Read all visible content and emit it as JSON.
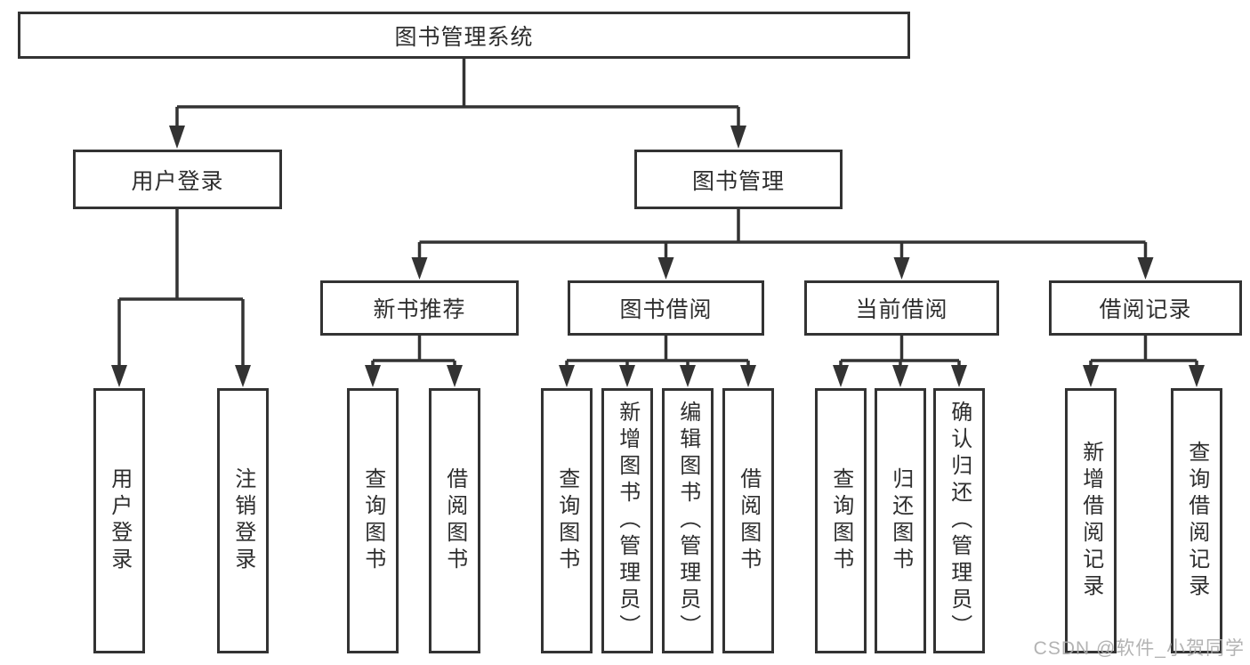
{
  "diagram": {
    "title_node": "图书管理系统",
    "nodes": {
      "root": {
        "label": "图书管理系统",
        "children": [
          "user_login",
          "book_mgmt"
        ]
      },
      "user_login": {
        "label": "用户登录",
        "children": [
          "login",
          "logout"
        ]
      },
      "book_mgmt": {
        "label": "图书管理",
        "children": [
          "new_book_rec",
          "book_borrow",
          "current_borrow",
          "borrow_records"
        ]
      },
      "new_book_rec": {
        "label": "新书推荐",
        "children": [
          "nbr_query",
          "nbr_borrow"
        ]
      },
      "book_borrow": {
        "label": "图书借阅",
        "children": [
          "bb_query",
          "bb_add",
          "bb_edit",
          "bb_borrow"
        ]
      },
      "current_borrow": {
        "label": "当前借阅",
        "children": [
          "cb_query",
          "cb_return",
          "cb_confirm"
        ]
      },
      "borrow_records": {
        "label": "借阅记录",
        "children": [
          "br_add",
          "br_query"
        ]
      },
      "login": {
        "label": "用户登录"
      },
      "logout": {
        "label": "注销登录"
      },
      "nbr_query": {
        "label": "查询图书"
      },
      "nbr_borrow": {
        "label": "借阅图书"
      },
      "bb_query": {
        "label": "查询图书"
      },
      "bb_add": {
        "label": "新增图书（管理员）"
      },
      "bb_edit": {
        "label": "编辑图书（管理员）"
      },
      "bb_borrow": {
        "label": "借阅图书"
      },
      "cb_query": {
        "label": "查询图书"
      },
      "cb_return": {
        "label": "归还图书"
      },
      "cb_confirm": {
        "label": "确认归还（管理员）"
      },
      "br_add": {
        "label": "新增借阅记录"
      },
      "br_query": {
        "label": "查询借阅记录"
      }
    },
    "line_color": "#333333",
    "background_color": "#ffffff"
  },
  "watermark": {
    "text": "CSDN @软件_小贺同学"
  }
}
